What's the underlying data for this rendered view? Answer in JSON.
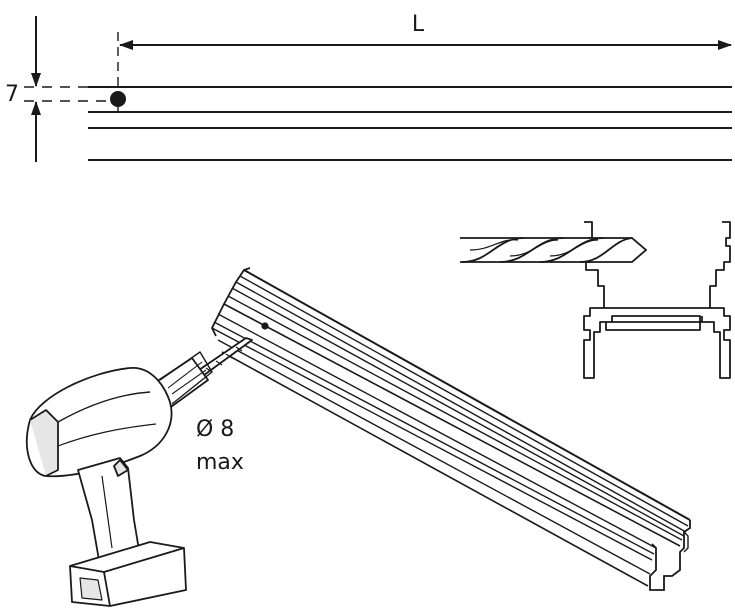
{
  "dimension": {
    "length_label": "L",
    "offset_label": "7"
  },
  "drill_note": {
    "diameter": "Ø 8",
    "limit": "max"
  },
  "colors": {
    "ink": "#1a1a1a",
    "background": "#ffffff",
    "fill_light": "#ffffff",
    "fill_shade": "#e6e6e6"
  },
  "icons": [
    "dimension-arrow",
    "drill-point",
    "power-drill",
    "drill-bit",
    "aluminium-profile",
    "profile-cross-section"
  ]
}
